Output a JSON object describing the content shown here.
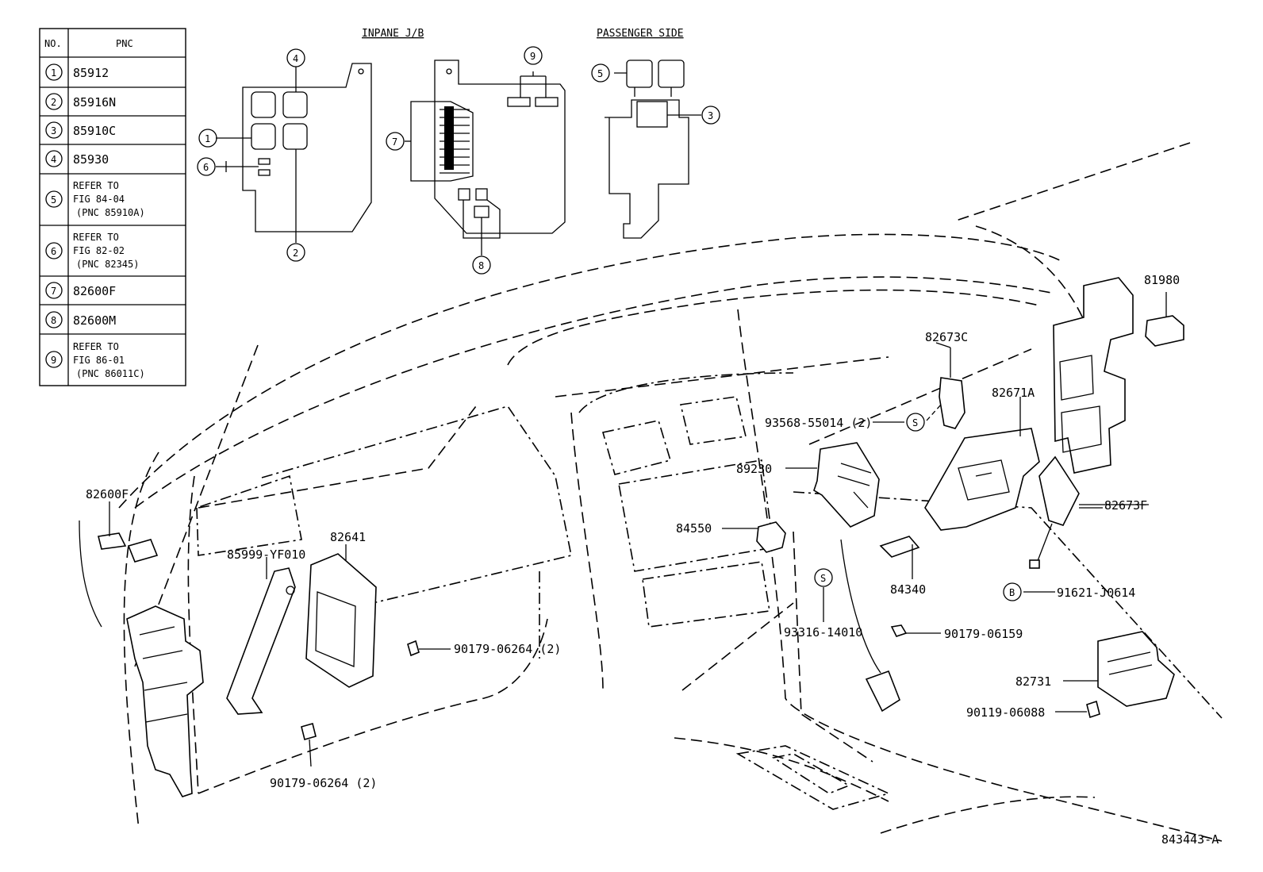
{
  "table": {
    "header_no": "NO.",
    "header_pnc": "PNC",
    "rows": [
      {
        "no": "1",
        "lines": [
          "85912"
        ]
      },
      {
        "no": "2",
        "lines": [
          "85916N"
        ]
      },
      {
        "no": "3",
        "lines": [
          "85910C"
        ]
      },
      {
        "no": "4",
        "lines": [
          "85930"
        ]
      },
      {
        "no": "5",
        "lines": [
          "REFER TO",
          "FIG 84-04",
          "(PNC 85910A)"
        ]
      },
      {
        "no": "6",
        "lines": [
          "REFER TO",
          "FIG 82-02",
          "(PNC 82345)"
        ]
      },
      {
        "no": "7",
        "lines": [
          "82600F"
        ]
      },
      {
        "no": "8",
        "lines": [
          "82600M"
        ]
      },
      {
        "no": "9",
        "lines": [
          "REFER TO",
          "FIG 86-01",
          "(PNC 86011C)"
        ]
      }
    ]
  },
  "headings": {
    "inpane": "INPANE J/B",
    "passenger": "PASSENGER SIDE"
  },
  "callouts": [
    "1",
    "2",
    "3",
    "4",
    "5",
    "6",
    "7",
    "8",
    "9"
  ],
  "part_labels": {
    "p81980": "81980",
    "p82673C": "82673C",
    "p82671A": "82671A",
    "p93568": "93568-55014 (2)",
    "p89230": "89230",
    "p82673F": "82673F",
    "p84550": "84550",
    "p84340": "84340",
    "p91621": "91621-J0614",
    "p93316": "93316-14010",
    "p90179_06159": "90179-06159",
    "p82731": "82731",
    "p90119": "90119-06088",
    "p82600F": "82600F",
    "p85999": "85999-YF010",
    "p82641": "82641",
    "p90179_06264_a": "90179-06264 (2)",
    "p90179_06264_b": "90179-06264 (2)"
  },
  "markers": {
    "s1": "S",
    "s2": "S",
    "b": "B"
  },
  "figure_id": "843443-A"
}
